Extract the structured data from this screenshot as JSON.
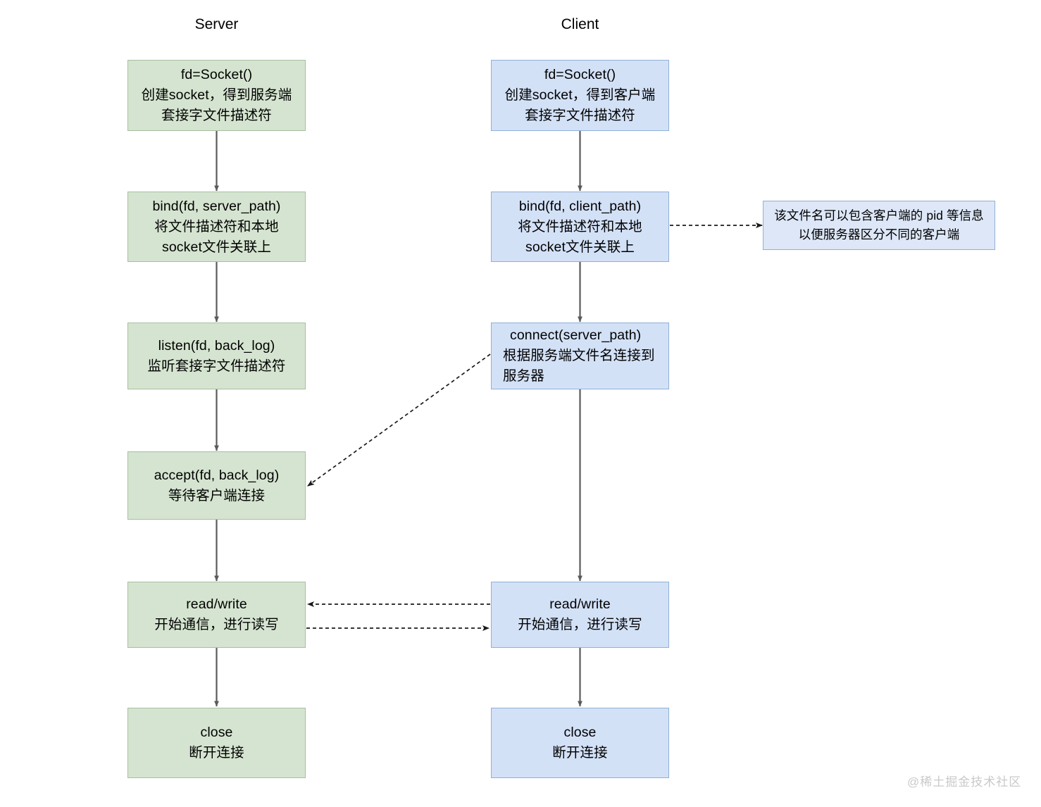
{
  "diagram": {
    "title_server": "Server",
    "title_client": "Client",
    "watermark": "@稀土掘金技术社区"
  },
  "server_nodes": [
    {
      "id": "server-socket",
      "lines": [
        "fd=Socket()",
        "创建socket，得到服务端",
        "套接字文件描述符"
      ]
    },
    {
      "id": "server-bind",
      "lines": [
        "bind(fd, server_path)",
        "将文件描述符和本地",
        "socket文件关联上"
      ]
    },
    {
      "id": "server-listen",
      "lines": [
        "listen(fd, back_log)",
        "监听套接字文件描述符"
      ]
    },
    {
      "id": "server-accept",
      "lines": [
        "accept(fd, back_log)",
        "等待客户端连接"
      ]
    },
    {
      "id": "server-readwrite",
      "lines": [
        "read/write",
        "开始通信，进行读写"
      ]
    },
    {
      "id": "server-close",
      "lines": [
        "close",
        "断开连接"
      ]
    }
  ],
  "client_nodes": [
    {
      "id": "client-socket",
      "lines": [
        "fd=Socket()",
        "创建socket，得到客户端",
        "套接字文件描述符"
      ]
    },
    {
      "id": "client-bind",
      "lines": [
        "bind(fd, client_path)",
        "将文件描述符和本地",
        "socket文件关联上"
      ]
    },
    {
      "id": "client-connect",
      "lines": [
        "connect(server_path)",
        "根据服务端文件名连接到",
        "服务器"
      ]
    },
    {
      "id": "client-readwrite",
      "lines": [
        "read/write",
        "开始通信，进行读写"
      ]
    },
    {
      "id": "client-close",
      "lines": [
        "close",
        "断开连接"
      ]
    }
  ],
  "note": {
    "id": "client-bind-note",
    "lines": [
      "该文件名可以包含客户端的 pid 等信息",
      "以便服务器区分不同的客户端"
    ]
  },
  "colors": {
    "server_fill": "#d5e4d0",
    "server_stroke": "#a7bfa0",
    "client_fill": "#d3e1f7",
    "client_stroke": "#8fb0d6",
    "note_fill": "#dde7f7",
    "arrow": "#5a5a5a",
    "dashed_arrow": "#333333",
    "watermark": "#c9c9c9"
  }
}
